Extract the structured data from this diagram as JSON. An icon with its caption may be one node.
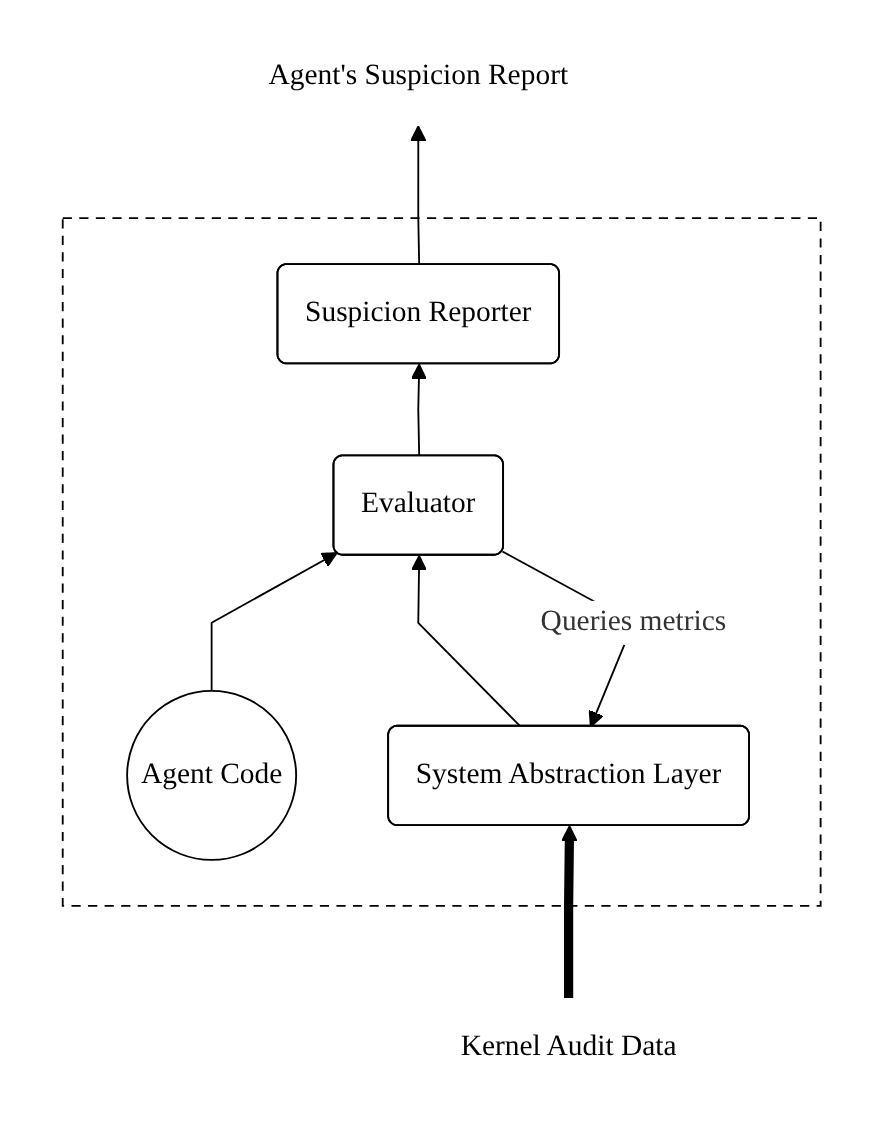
{
  "diagram": {
    "nodes": [
      {
        "text": [],
        "shape": "box"
      },
      {
        "text": [
          "Suspicion Reporter"
        ],
        "in": 0
      },
      {
        "text": [
          "Evaluator"
        ],
        "in": 0
      },
      {
        "text": [
          "Agent Code"
        ],
        "in": 0
      },
      {
        "text": [
          "System Abstraction Layer"
        ],
        "in": 0
      },
      {
        "text": [
          "Agent's Suspicion Report"
        ]
      },
      {
        "text": [
          "Kernel Audit Data"
        ]
      }
    ],
    "edges": [
      {
        "from": 1,
        "to": 5,
        "arrow": "to"
      },
      {
        "from": 2,
        "to": 1,
        "arrow": "to"
      },
      {
        "from": 3,
        "to": 2,
        "arrow": "to"
      },
      {
        "from": 4,
        "to": 2,
        "arrow": "to"
      },
      {
        "from": 2,
        "to": 4,
        "arrow": "to",
        "label": "Queries metrics"
      },
      {
        "from": 6,
        "to": 4,
        "arrow": "to",
        "style": "thick"
      }
    ]
  }
}
